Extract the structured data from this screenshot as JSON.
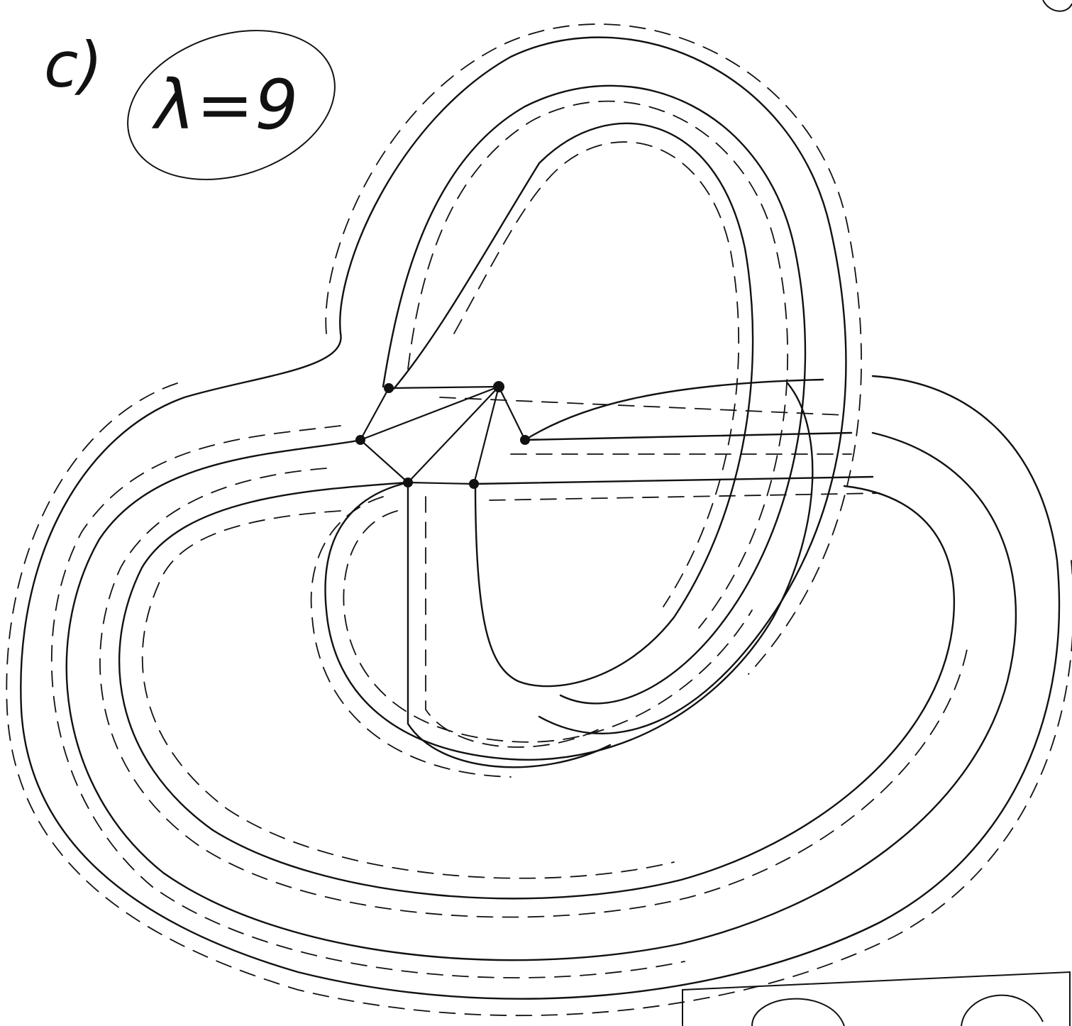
{
  "part_label": "c)",
  "lambda_label": "λ=9",
  "colors": {
    "ink": "#111111",
    "paper": "#ffffff"
  },
  "icons": [
    "vertex-dot"
  ]
}
